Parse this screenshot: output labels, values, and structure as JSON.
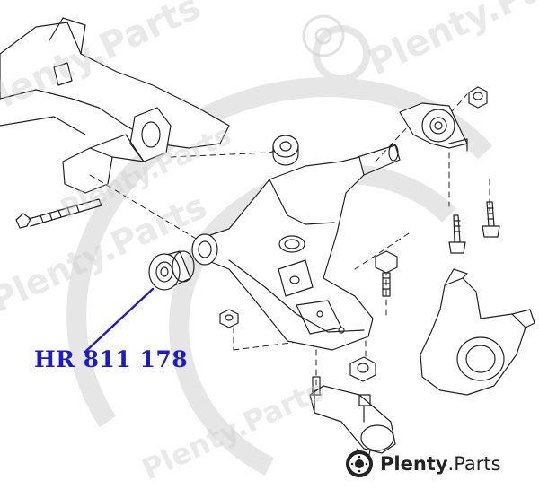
{
  "part_number": "HR 811 178",
  "brand": {
    "name_bold": "Plenty",
    "name_rest": ".Parts",
    "logo_icon": "brake-disc-icon"
  },
  "watermarks": [
    "Plenty.Parts",
    "Plenty.Parts",
    "Plenty.Parts",
    "Plenty.Parts",
    "Plenty.Parts"
  ],
  "colors": {
    "label": "#1a1ad0",
    "line": "#222222",
    "watermark": "#c8c8c8"
  }
}
